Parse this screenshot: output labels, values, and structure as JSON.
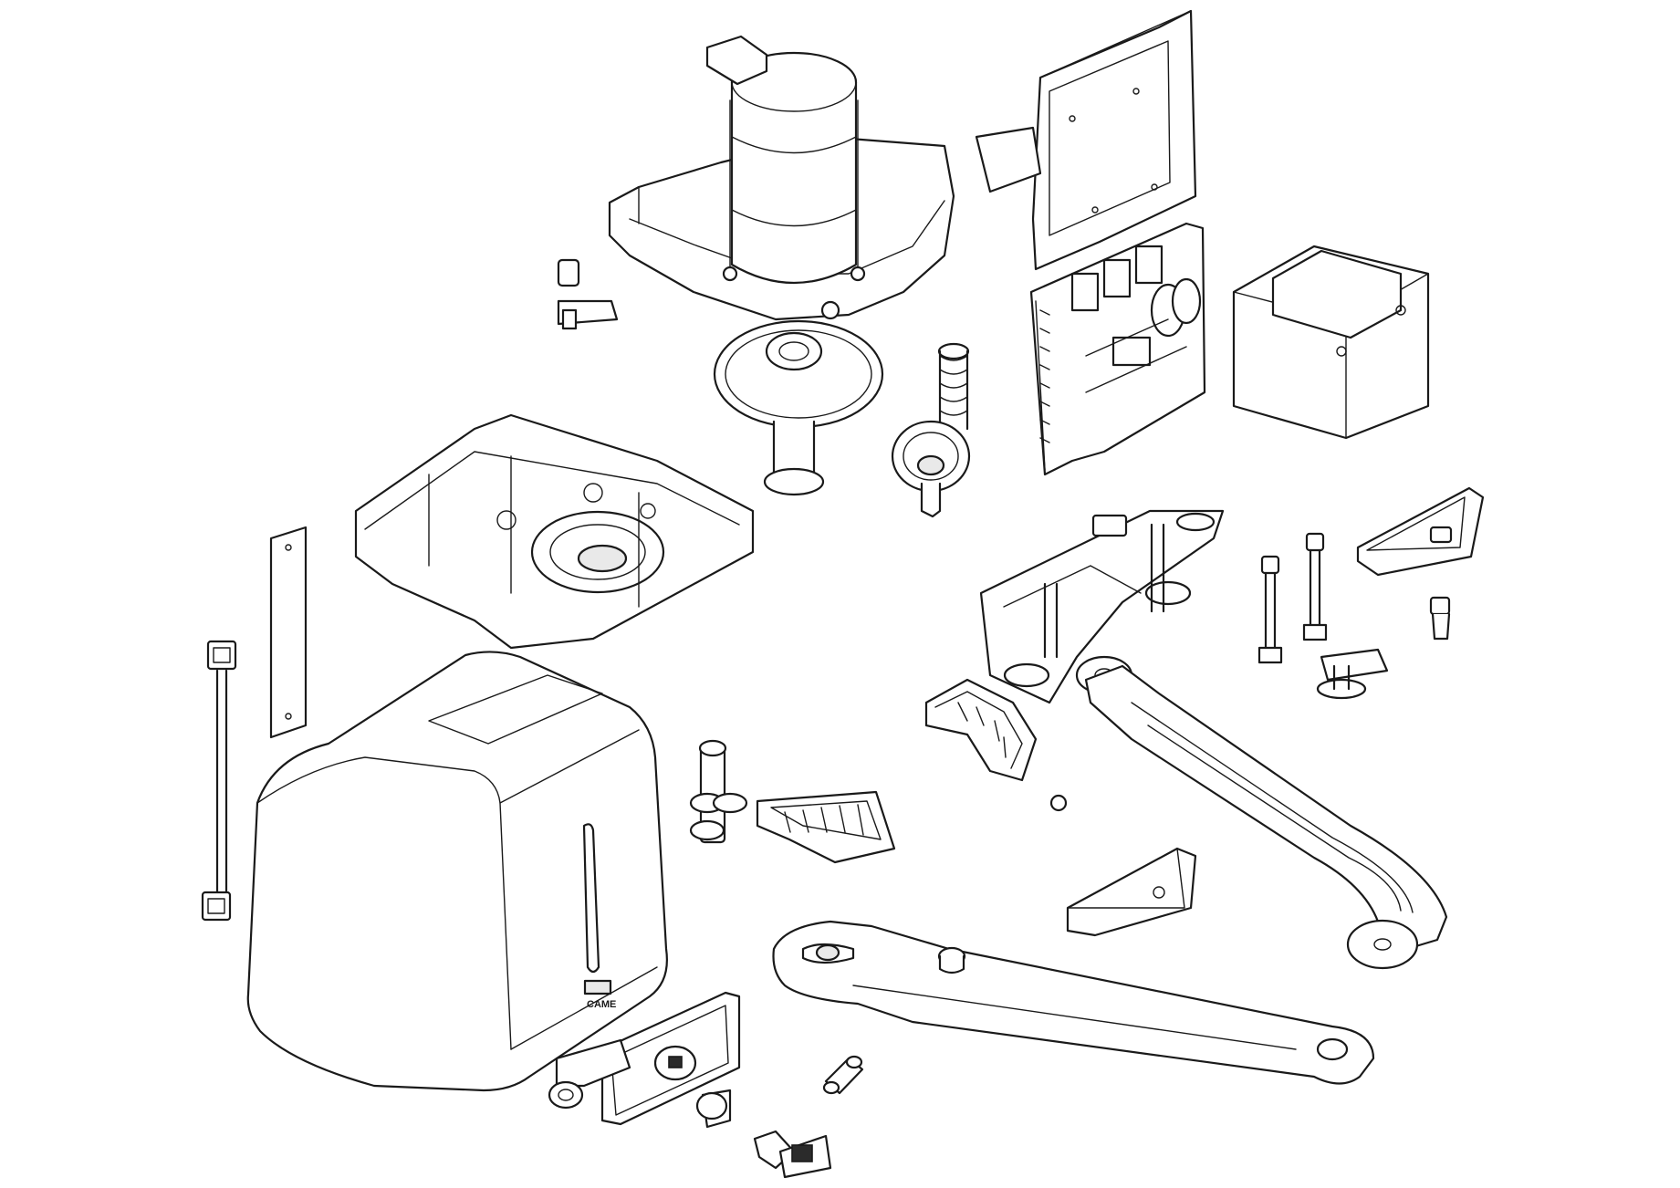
{
  "diagram": {
    "cover_logo": "CAME",
    "parts": [
      "gearmotor",
      "control-board-bracket",
      "transformer",
      "control-board",
      "worm-gear",
      "output-gear",
      "limit-switch-cam",
      "gearbox-housing",
      "gasket-strip",
      "connector-cable",
      "cover",
      "mounting-bracket",
      "support-plate",
      "straight-arm",
      "curved-arm",
      "bolts",
      "limit-stop-sector-upper",
      "limit-stop-sector-lower",
      "release-lock",
      "release-cover",
      "release-key",
      "fuse",
      "pivot-bracket"
    ],
    "stroke_color": "#1a1a1a",
    "background_color": "#ffffff"
  }
}
